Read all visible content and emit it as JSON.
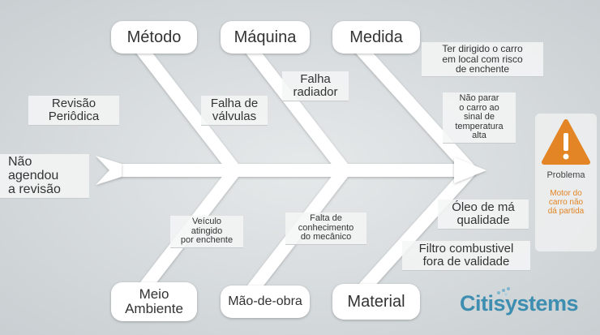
{
  "categories": {
    "metodo": "Método",
    "maquina": "Máquina",
    "medida": "Medida",
    "meio_ambiente_l1": "Meio",
    "meio_ambiente_l2": "Ambiente",
    "mao_de_obra": "Mão-de-obra",
    "material": "Material"
  },
  "causes": {
    "revisao_l1": "Revisão",
    "revisao_l2": "Periôdica",
    "nao_agendou_l1": "Não",
    "nao_agendou_l2": "agendou",
    "nao_agendou_l3": "a revisão",
    "falha_valvulas_l1": "Falha de",
    "falha_valvulas_l2": "válvulas",
    "falha_radiador_l1": "Falha",
    "falha_radiador_l2": "radiador",
    "dirigido_l1": "Ter dirigido o carro",
    "dirigido_l2": "em local com risco",
    "dirigido_l3": "de enchente",
    "nao_parar_l1": "Não parar",
    "nao_parar_l2": "o carro ao",
    "nao_parar_l3": "sinal de",
    "nao_parar_l4": "temperatura",
    "nao_parar_l5": "alta",
    "veiculo_l1": "Veículo",
    "veiculo_l2": "atingido",
    "veiculo_l3": "por enchente",
    "falta_l1": "Falta de",
    "falta_l2": "conhecimento",
    "falta_l3": "do mecânico",
    "oleo_l1": "Óleo de má",
    "oleo_l2": "qualidade",
    "filtro_l1": "Filtro combustivel",
    "filtro_l2": "fora de validade"
  },
  "problem": {
    "title": "Problema",
    "text_l1": "Motor do",
    "text_l2": "carro não",
    "text_l3": "dá partida"
  },
  "brand": {
    "name": "Citisystems"
  },
  "colors": {
    "accent": "#e38524",
    "brand": "#3d8eb0",
    "arrow": "#ffffff",
    "background": "#d5d9db"
  }
}
